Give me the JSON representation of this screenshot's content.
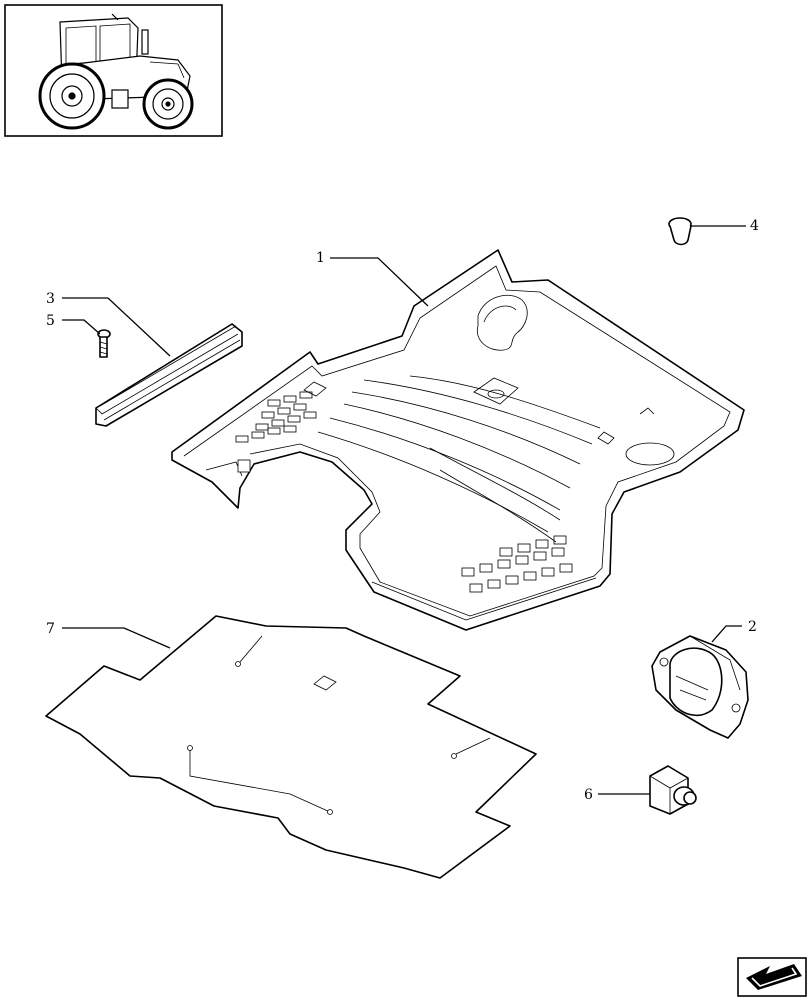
{
  "callouts": [
    {
      "id": "1",
      "label": "1"
    },
    {
      "id": "2",
      "label": "2"
    },
    {
      "id": "3",
      "label": "3"
    },
    {
      "id": "4",
      "label": "4"
    },
    {
      "id": "5",
      "label": "5"
    },
    {
      "id": "6",
      "label": "6"
    },
    {
      "id": "7",
      "label": "7"
    }
  ],
  "icons": {
    "thumbnail": "tractor-icon",
    "navigation": "arrow-left-down-icon"
  }
}
